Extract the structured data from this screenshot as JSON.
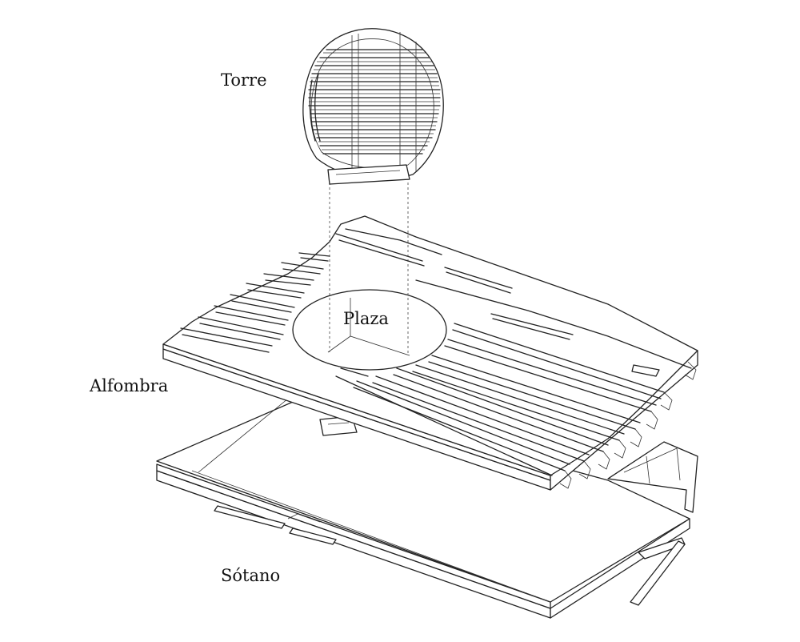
{
  "labels": {
    "torre": "Torre",
    "plaza": "Plaza",
    "alfombra": "Alfombra",
    "sotano": "Sótano"
  },
  "colors": {
    "line": "#222222",
    "background": "#ffffff"
  }
}
